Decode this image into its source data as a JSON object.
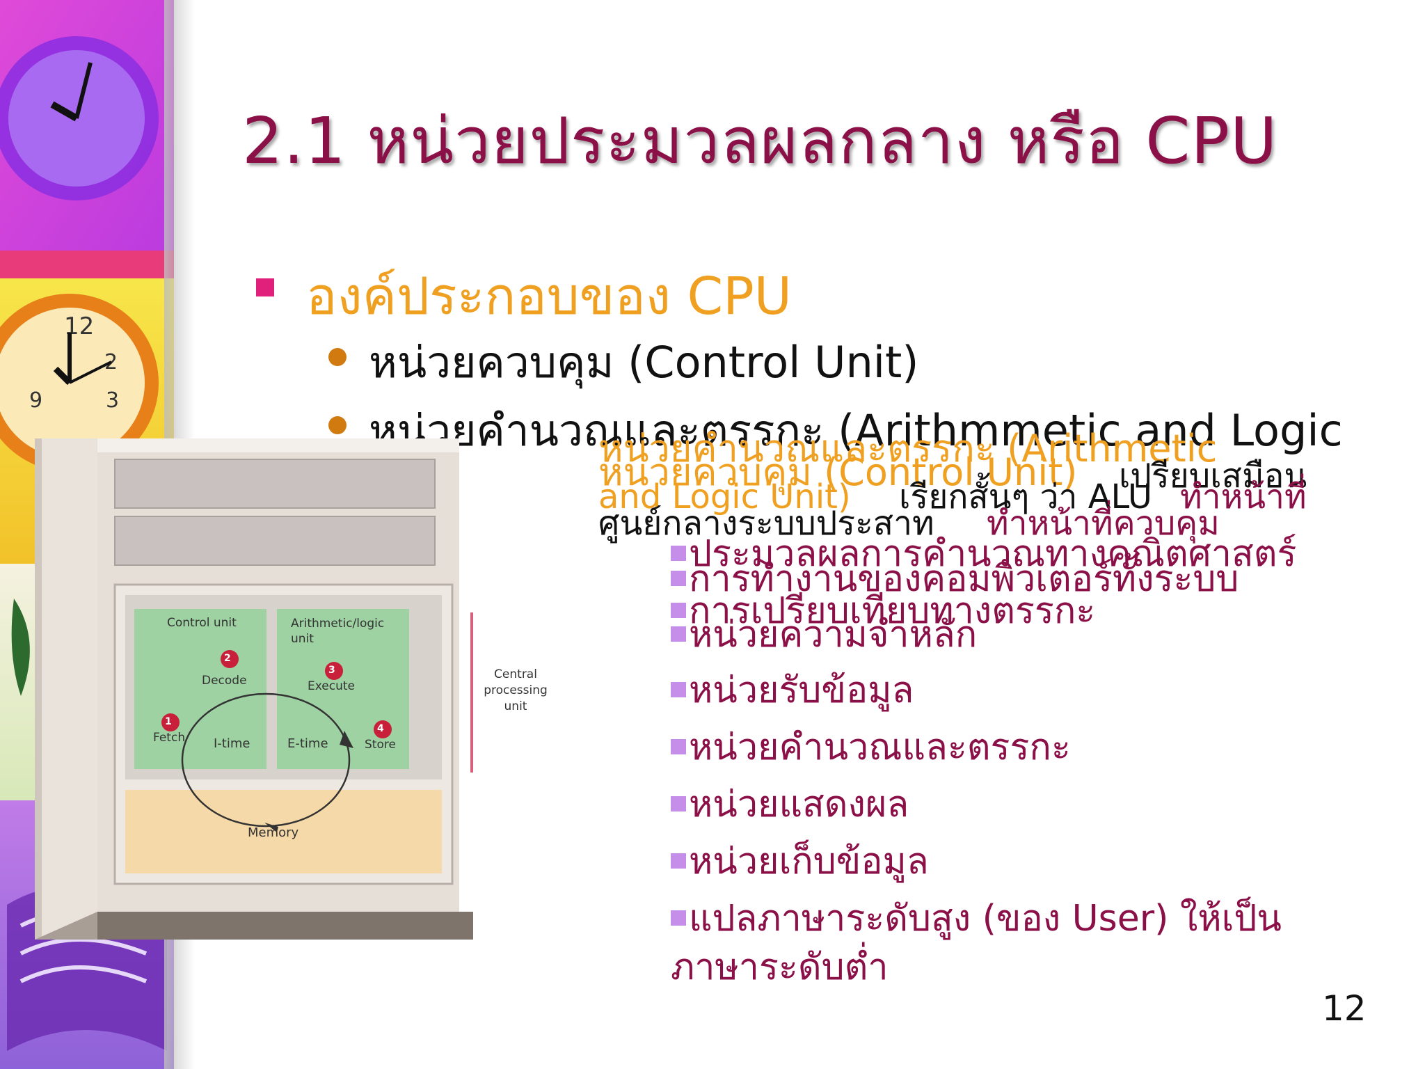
{
  "title": "2.1 หน่วยประมวลผลกลาง หรือ CPU",
  "bullet_main": "องค์ประกอบของ CPU",
  "sub_bullets": [
    "หน่วยควบคุม (Control Unit)",
    "หน่วยคำนวณและตรรกะ (Arithmmetic and Logic"
  ],
  "overlay": {
    "alu_heading": "หน่วยคำนวณและตรรกะ  (Arithmetic",
    "cu_heading": "หน่วยควบคุม (Control Unit)",
    "cu_compare": "เปรียบเสมือน",
    "alu_heading_2": "and Logic Unit)",
    "alu_short": "เรียกสั้นๆ ว่า ALU",
    "alu_duty": "ทำหน้าที่",
    "cu_center": "ศูนย์กลางระบบประสาท",
    "cu_duty": "ทำหน้าที่ควบคุม",
    "alu_item1": "ประมวลผลการคำนวณทางคณิตศาสตร์",
    "cu_item1": "การทำงานของคอมพิวเตอร์ทั้งระบบ",
    "alu_item2": "การเปรียบเทียบทางตรรกะ",
    "cu_item2": "หน่วยความจำหลัก"
  },
  "list_items": [
    "หน่วยรับข้อมูล",
    "หน่วยคำนวณและตรรกะ",
    "หน่วยแสดงผล",
    "หน่วยเก็บข้อมูล",
    "แปลภาษาระดับสูง (ของ User) ให้เป็น",
    "ภาษาระดับต่ำ"
  ],
  "diagram": {
    "control_unit": "Control unit",
    "alu": "Arithmetic/logic unit",
    "step1": "1",
    "step2": "2",
    "step3": "3",
    "step4": "4",
    "fetch": "Fetch",
    "decode": "Decode",
    "execute": "Execute",
    "store": "Store",
    "itime": "I-time",
    "etime": "E-time",
    "memory": "Memory",
    "cpu_label": "Central processing unit"
  },
  "page_number": "12",
  "colors": {
    "title": "#8b1048",
    "level1": "#f0a020",
    "bullet": "#e0207a",
    "list": "#8b1048"
  }
}
